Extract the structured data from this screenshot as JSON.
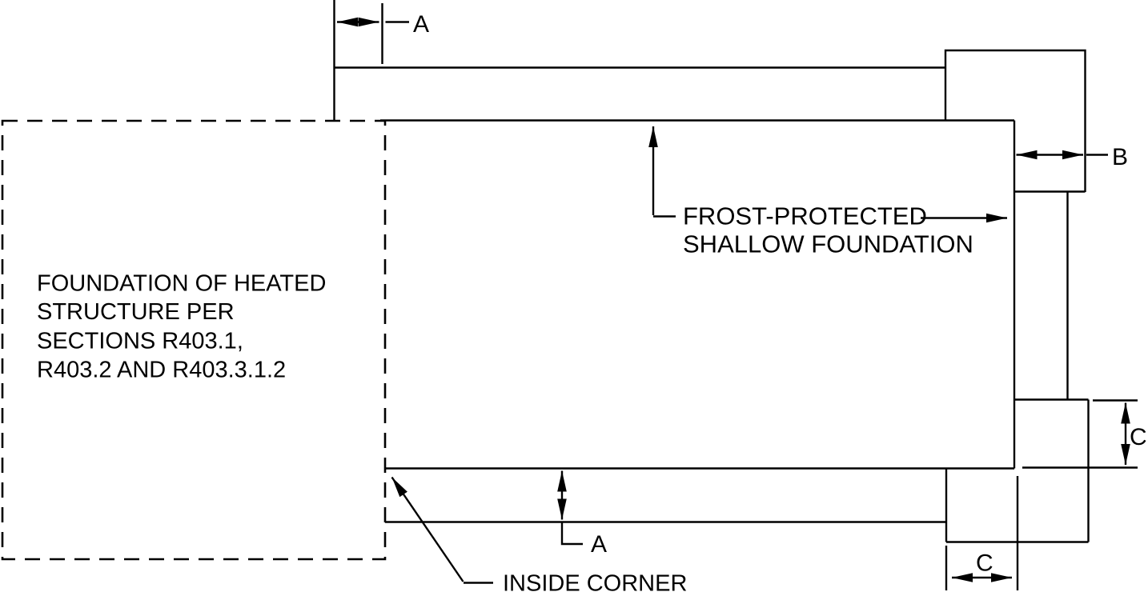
{
  "diagram": {
    "type": "technical-figure",
    "subject": "frost-protected shallow foundation plan at inside corner",
    "colors": {
      "line": "#000000",
      "background": "#ffffff"
    },
    "heated_foundation_label": {
      "lines": [
        "FOUNDATION OF HEATED",
        "STRUCTURE PER",
        "SECTIONS R403.1,",
        "R403.2 AND R403.3.1.2"
      ]
    },
    "frost_protected_label": {
      "lines": [
        "FROST-PROTECTED",
        "SHALLOW FOUNDATION"
      ]
    },
    "inside_corner_label": "INSIDE CORNER",
    "dimensions": {
      "a_top": "A",
      "a_bottom": "A",
      "b": "B",
      "c_right": "C",
      "c_bottom": "C"
    }
  }
}
